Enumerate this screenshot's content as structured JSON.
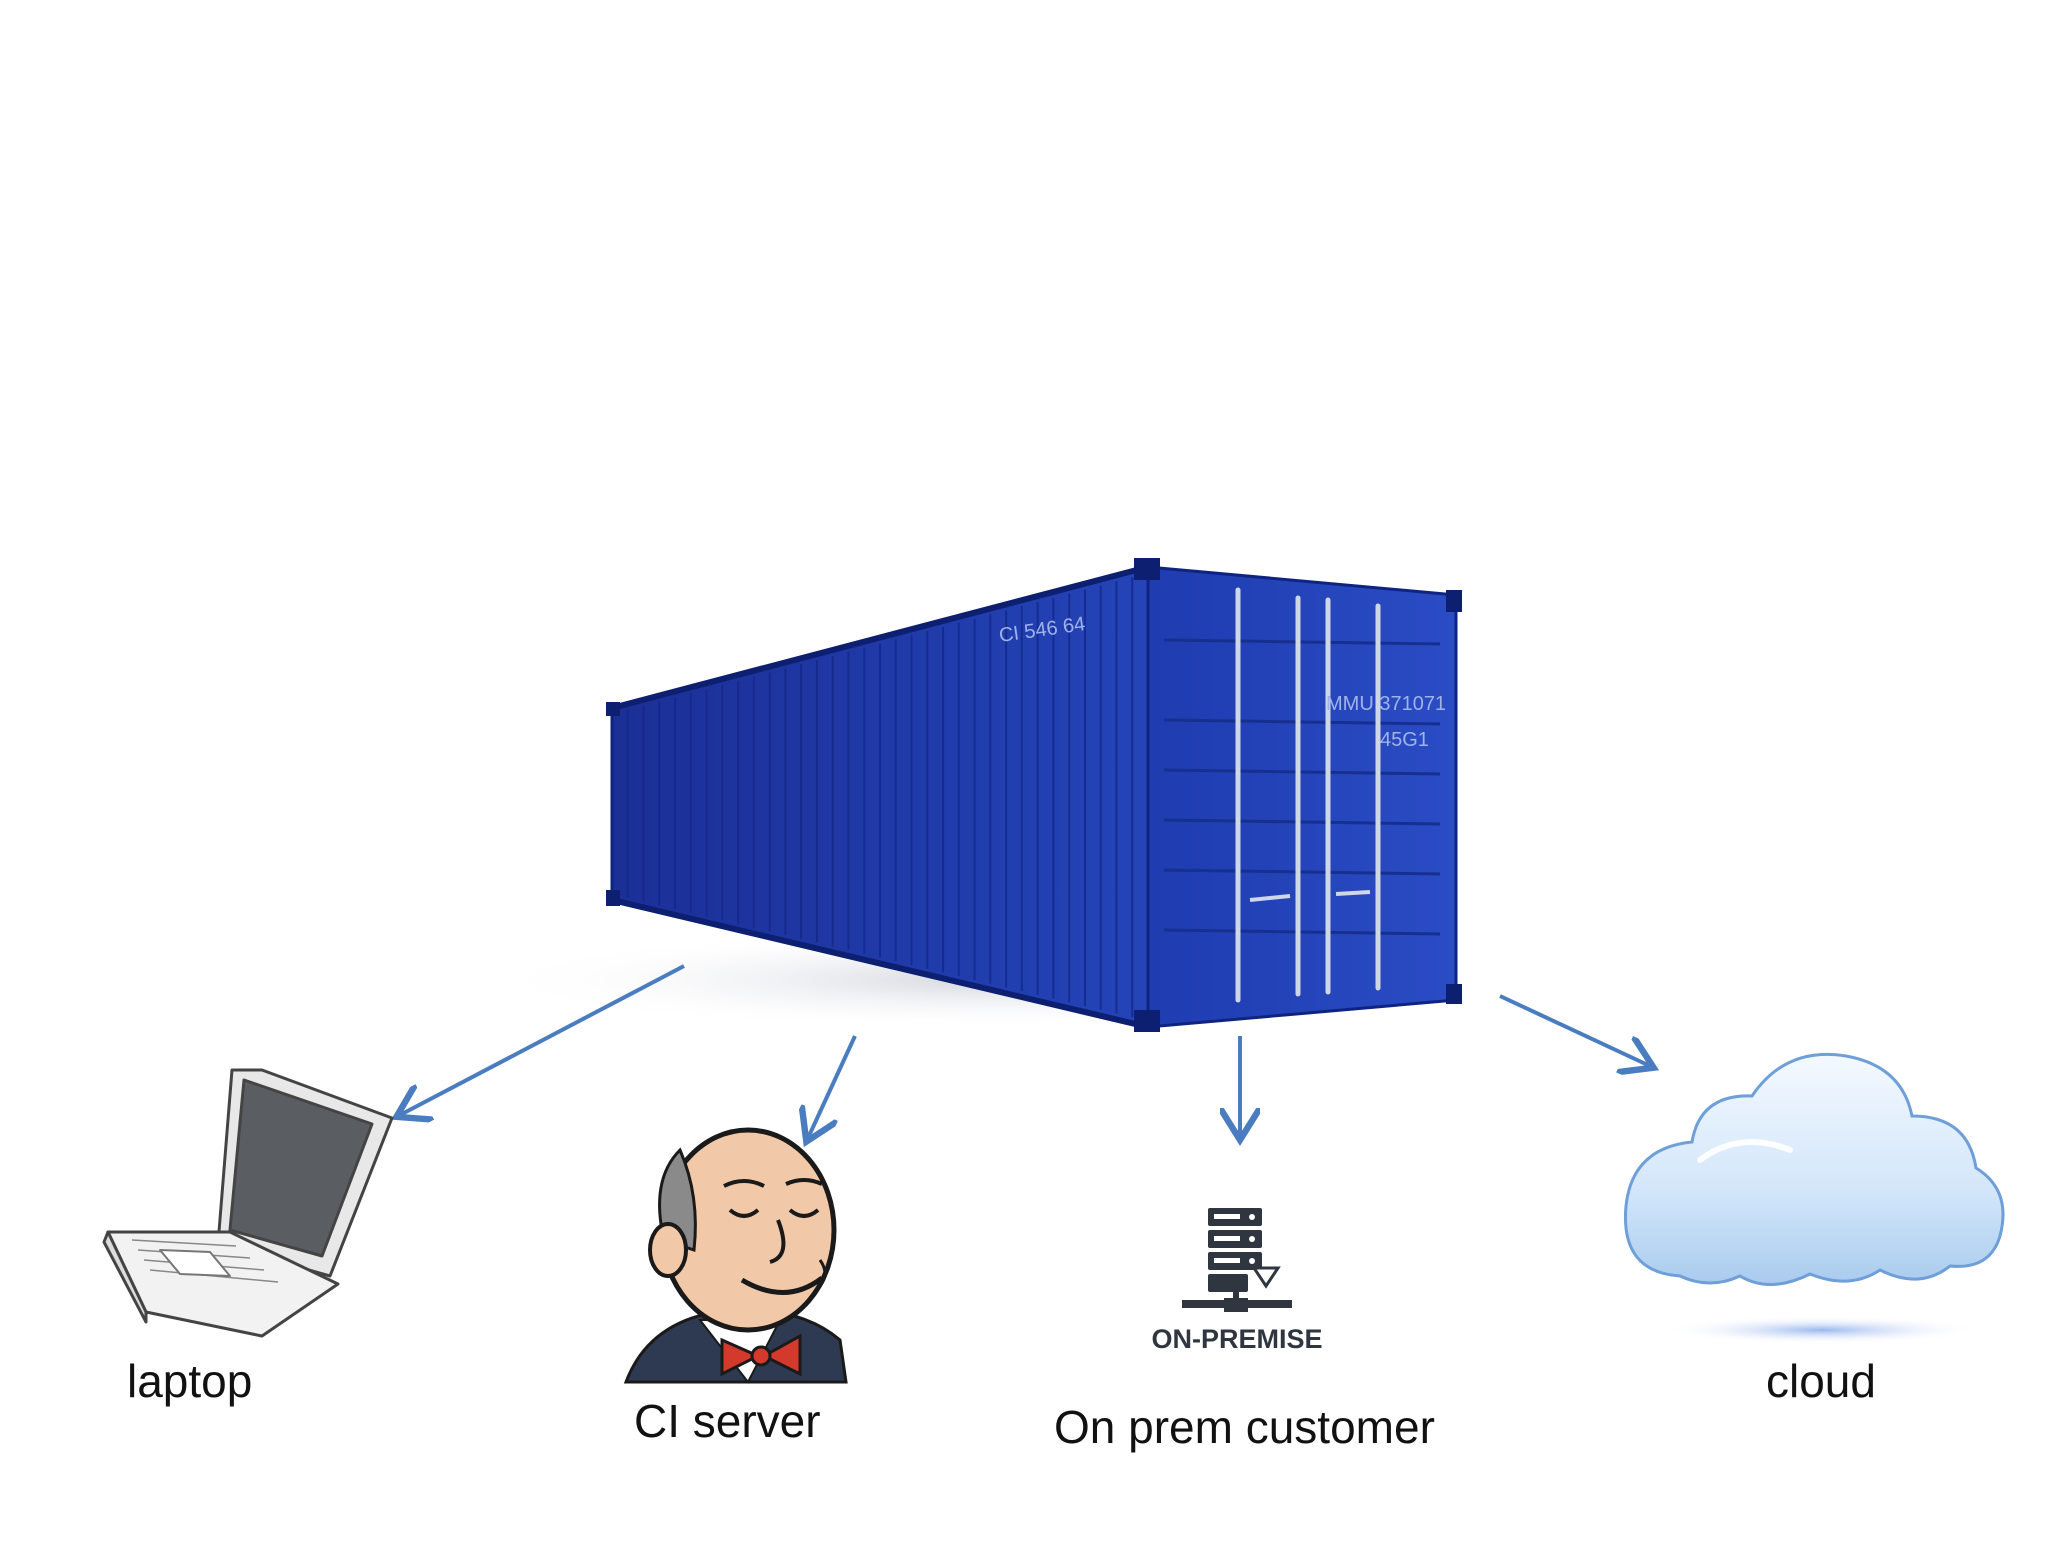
{
  "diagram": {
    "source": {
      "name": "shipping-container",
      "markings": [
        "CI 546 64",
        "MMU 371071",
        "45G1"
      ]
    },
    "targets": [
      {
        "id": "laptop",
        "label": "laptop",
        "icon": "laptop-icon"
      },
      {
        "id": "ci",
        "label": "CI server",
        "icon": "jenkins-icon"
      },
      {
        "id": "onprem",
        "label": "On prem customer",
        "icon": "on-premise-icon",
        "icon_text": "ON-PREMISE"
      },
      {
        "id": "cloud",
        "label": "cloud",
        "icon": "cloud-icon"
      }
    ],
    "colors": {
      "container": "#1f3aa6",
      "container_dark": "#0f2480",
      "arrow": "#4a7cc0",
      "cloud": "#bcd7f3"
    }
  }
}
